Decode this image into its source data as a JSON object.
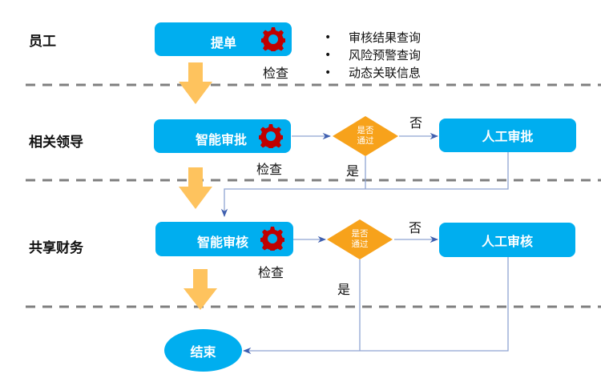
{
  "lanes": [
    {
      "label": "员工"
    },
    {
      "label": "相关领导"
    },
    {
      "label": "共享财务"
    }
  ],
  "nodes": {
    "submit": {
      "label": "提单",
      "check_label": "检查"
    },
    "smart_approval": {
      "label": "智能审批",
      "check_label": "检查"
    },
    "smart_audit": {
      "label": "智能审核",
      "check_label": "检查"
    },
    "manual_approval": {
      "label": "人工审批"
    },
    "manual_audit": {
      "label": "人工审核"
    },
    "end": {
      "label": "结束"
    }
  },
  "decisions": [
    {
      "line1": "是否",
      "line2": "通过",
      "yes_label": "是",
      "no_label": "否"
    },
    {
      "line1": "是否",
      "line2": "通过",
      "yes_label": "是",
      "no_label": "否"
    }
  ],
  "features": [
    "审核结果查询",
    "风险预警查询",
    "动态关联信息"
  ],
  "bullet_char": "•",
  "icons": {
    "gear": "gear-icon",
    "down_arrow": "down-arrow-icon"
  },
  "colors": {
    "process_box": "#00AEEF",
    "decision": "#F7A21B",
    "flow_arrow": "#FEC35E",
    "gear": "#C00000",
    "connector": "#8FA5D2",
    "arrowhead": "#3F5FAF",
    "lane_divider": "#7F7F7F"
  }
}
